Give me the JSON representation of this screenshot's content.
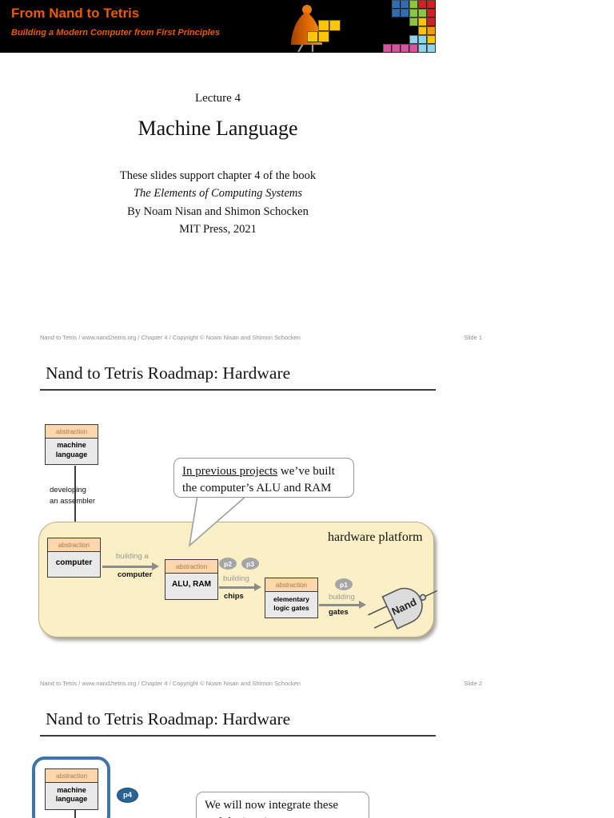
{
  "banner": {
    "title": "From Nand to Tetris",
    "subtitle": "Building a Modern Computer from First Principles",
    "accent_color": "#e85c00",
    "bg_color": "#000000",
    "tetris_palette": {
      "blue": "#2f6db4",
      "green": "#8cc63e",
      "red": "#d42020",
      "yellow": "#fdc500",
      "orange": "#f79a00",
      "cyan": "#8fd4e8",
      "pink": "#d5569d"
    },
    "cluster_grid": [
      [
        "",
        "blue",
        "blue",
        "green",
        "red",
        "red"
      ],
      [
        "",
        "blue",
        "blue",
        "green",
        "green",
        "red"
      ],
      [
        "",
        "",
        "",
        "green",
        "yellow",
        "red"
      ],
      [
        "",
        "",
        "",
        "",
        "yellow",
        "orange"
      ],
      [
        "",
        "",
        "",
        "cyan",
        "cyan",
        "yellow"
      ],
      [
        "pink",
        "pink",
        "pink",
        "pink",
        "cyan",
        "cyan"
      ]
    ],
    "s_piece_grid": [
      [
        "",
        "yellow",
        "yellow"
      ],
      [
        "yellow",
        "yellow",
        ""
      ]
    ]
  },
  "slide1": {
    "lecture": "Lecture 4",
    "title": "Machine Language",
    "support_line": "These slides support chapter 4 of the book",
    "book_title": "The Elements of Computing Systems",
    "authors": "By Noam Nisan and Shimon Schocken",
    "publisher": "MIT Press, 2021",
    "footer": {
      "left": "Nand to Tetris / www.nand2tetris.org / Chapter 4 / Copyright © Noam Nisan and Shimon Schocken",
      "right": "Slide 1"
    }
  },
  "slide2": {
    "title": "Nand to Tetris Roadmap: Hardware",
    "ml_box": {
      "header": "abstraction",
      "line1": "machine",
      "line2": "language"
    },
    "down_arrow_label": {
      "line1": "developing",
      "line2": "an assembler"
    },
    "bubble": {
      "underlined": "In previous projects",
      "rest1": " we’ve built",
      "line2": "the computer’s ALU and RAM"
    },
    "platform_label": "hardware platform",
    "computer_box": {
      "header": "abstraction",
      "line1": "computer"
    },
    "alu_box": {
      "header": "abstraction",
      "line1": "ALU, RAM"
    },
    "gates_box": {
      "header": "abstraction",
      "line1": "elementary",
      "line2": "logic gates"
    },
    "edge1": {
      "gray": "building a",
      "black": "computer"
    },
    "edge2": {
      "gray": "building",
      "black": "chips"
    },
    "edge3": {
      "gray": "building",
      "black": "gates"
    },
    "badges": {
      "p1": "p1",
      "p2": "p2",
      "p3": "p3"
    },
    "nand_label": "Nand",
    "footer": {
      "left": "Nand to Tetris / www.nand2tetris.org / Chapter 4 / Copyright © Noam Nisan and Shimon Schocken",
      "right": "Slide 2"
    }
  },
  "slide3": {
    "title": "Nand to Tetris Roadmap: Hardware",
    "ml_box": {
      "header": "abstraction",
      "line1": "machine",
      "line2": "language"
    },
    "badge_p4": "p4",
    "bubble": {
      "line1": "We will now integrate these",
      "line2": "and devices into a programmable"
    }
  },
  "colors": {
    "box_header_bg": "#fcd7ab",
    "box_header_text": "#9f7b50",
    "box_body_bg": "#e9e9e9",
    "platform_bg": "#fbefc5",
    "badge_gray": "#a5a5a5",
    "badge_blue": "#2a6496",
    "highlight_blue": "#3e74a8",
    "footer_text": "#8f8f8f",
    "arrow_gray": "#8c8c8c"
  }
}
